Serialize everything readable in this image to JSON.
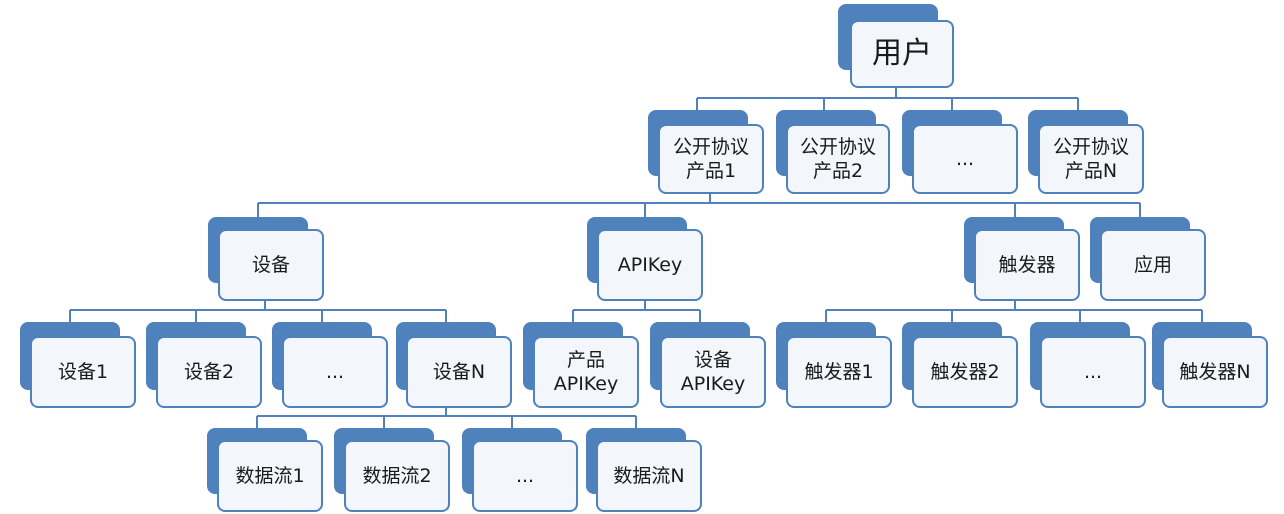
{
  "colors": {
    "accent": "#4f81bd",
    "box_fill": "#f3f6fb",
    "line": "#4f81bd"
  },
  "root": {
    "label": "用户"
  },
  "products": [
    {
      "label": "公开协议\n产品1"
    },
    {
      "label": "公开协议\n产品2"
    },
    {
      "label": "..."
    },
    {
      "label": "公开协议\n产品N"
    }
  ],
  "product_children": [
    {
      "label": "设备"
    },
    {
      "label": "APIKey"
    },
    {
      "label": "触发器"
    },
    {
      "label": "应用"
    }
  ],
  "devices": [
    {
      "label": "设备1"
    },
    {
      "label": "设备2"
    },
    {
      "label": "..."
    },
    {
      "label": "设备N"
    }
  ],
  "apikeys": [
    {
      "label": "产品\nAPIKey"
    },
    {
      "label": "设备\nAPIKey"
    }
  ],
  "triggers": [
    {
      "label": "触发器1"
    },
    {
      "label": "触发器2"
    },
    {
      "label": "..."
    },
    {
      "label": "触发器N"
    }
  ],
  "datastreams": [
    {
      "label": "数据流1"
    },
    {
      "label": "数据流2"
    },
    {
      "label": "..."
    },
    {
      "label": "数据流N"
    }
  ]
}
